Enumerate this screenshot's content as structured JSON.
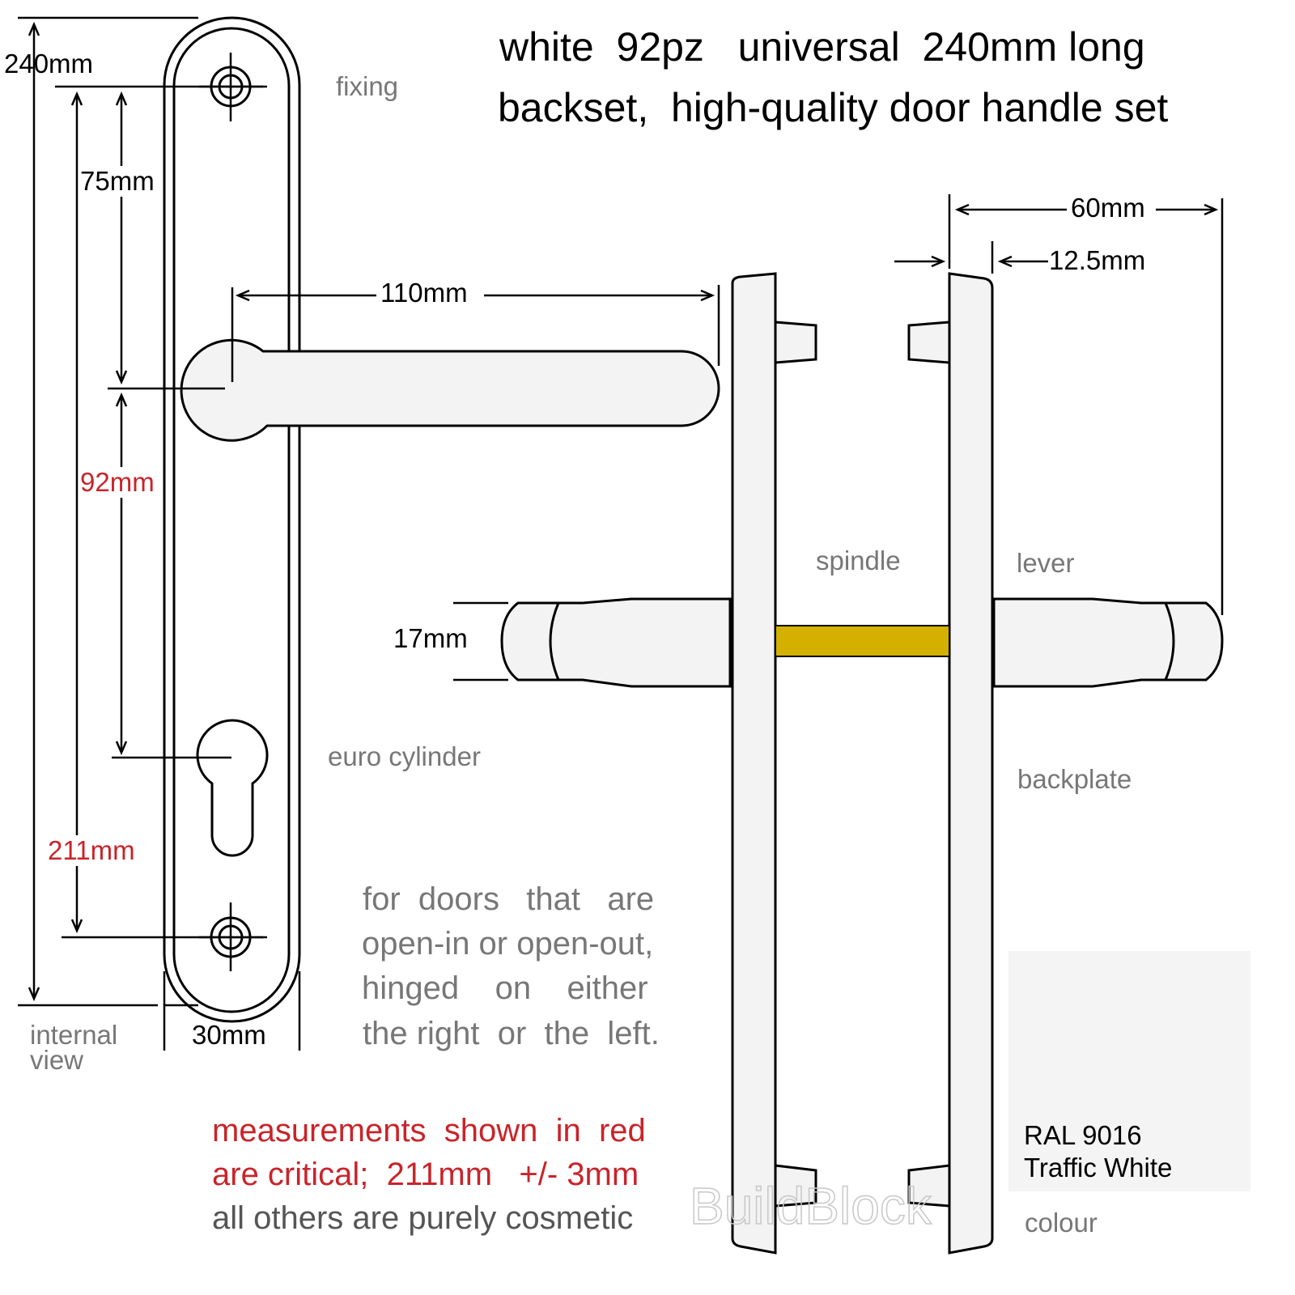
{
  "title": {
    "line1": "white  92pz   universal  240mm long",
    "line2": "backset,  high-quality door handle set"
  },
  "dimensions": {
    "overall_length": "240mm",
    "fixing_to_lever": "75mm",
    "lever_to_cylinder": "92mm",
    "fixing_centres": "211mm",
    "plate_width": "30mm",
    "lever_projection": "110mm",
    "total_depth": "60mm",
    "plate_thickness": "12.5mm",
    "lever_diameter": "17mm"
  },
  "labels": {
    "fixing": "fixing",
    "euro_cylinder": "euro cylinder",
    "internal_view_1": "internal",
    "internal_view_2": "view",
    "spindle": "spindle",
    "lever": "lever",
    "backplate": "backplate",
    "colour": "colour"
  },
  "note": {
    "line1": "for  doors   that   are",
    "line2": "open-in or open-out,",
    "line3": "hinged    on    either",
    "line4": "the right  or  the  left."
  },
  "critical": {
    "line1": "measurements  shown  in  red",
    "line2": "are critical;  211mm   +/- 3mm",
    "line3": "all others are purely cosmetic"
  },
  "swatch": {
    "code": "RAL 9016",
    "name": "Traffic White",
    "color": "#f4f4f4"
  },
  "watermark": "BuildBlock",
  "colors": {
    "critical": "#c8242a",
    "spindle": "#d4b000",
    "label_grey": "#777777"
  }
}
